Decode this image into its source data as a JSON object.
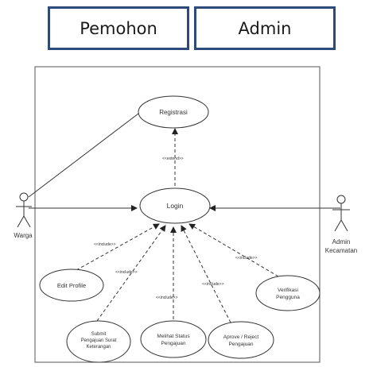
{
  "header": {
    "tab_left": "Pemohon",
    "tab_right": "Admin"
  },
  "diagram": {
    "actors": {
      "warga": "Warga",
      "admin_line1": "Admin",
      "admin_line2": "Kecamatan"
    },
    "usecases": {
      "registrasi": "Registrasi",
      "login": "Login",
      "edit_profile": "Edit Profile",
      "submit_line1": "Submit",
      "submit_line2": "Pengajuan Surat",
      "submit_line3": "Keterangan",
      "lihat_line1": "Melihat Status",
      "lihat_line2": "Pengajuan",
      "approve_line1": "Aprove / Reject",
      "approve_line2": "Pengajuan",
      "verifikasi_line1": "Verifikasi",
      "verifikasi_line2": "Pengguna"
    },
    "relations": {
      "extend": "<<extend>>",
      "include": "<<include>>"
    }
  },
  "colors": {
    "tab_border": "#2e4a7a",
    "line": "#333333"
  }
}
